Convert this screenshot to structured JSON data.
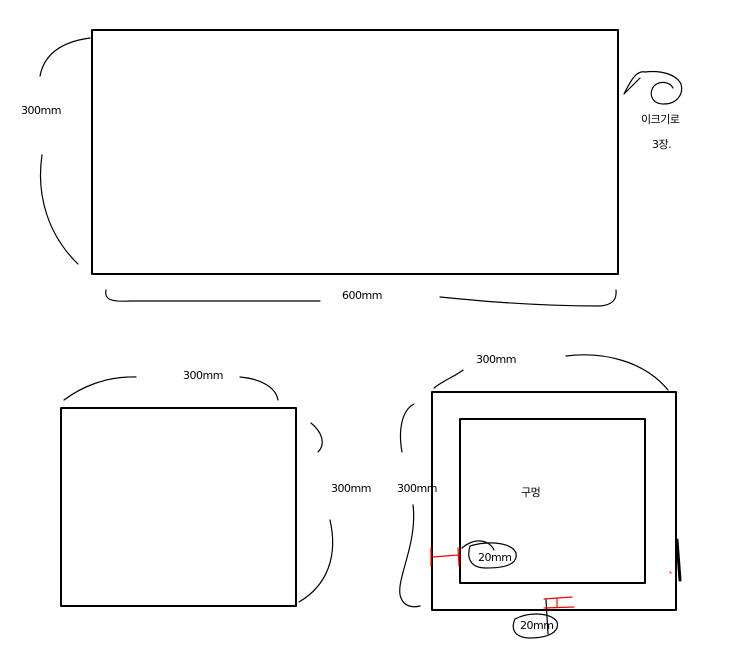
{
  "top_panel": {
    "height_label": "300mm",
    "width_label": "600mm",
    "note_line1": "이크기로",
    "note_line2": "3장."
  },
  "square_panel": {
    "width_label": "300mm",
    "height_label": "300mm"
  },
  "frame_panel": {
    "width_label": "300mm",
    "height_label": "300mm",
    "hole_label": "구멍",
    "side_border_label": "20mm",
    "bottom_border_label": "20mm"
  },
  "colors": {
    "line": "#000000",
    "marker": "#ff0000"
  }
}
